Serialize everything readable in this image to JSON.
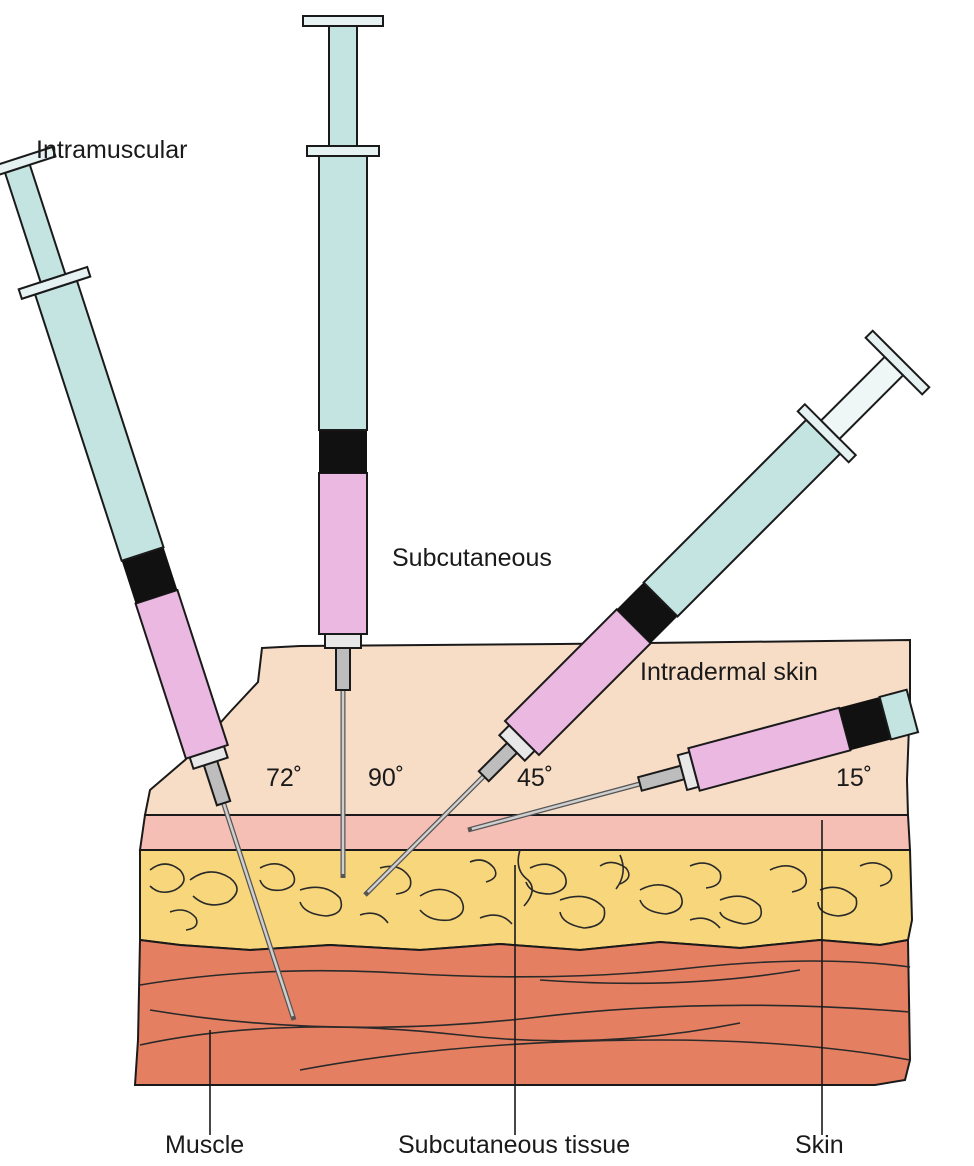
{
  "labels": {
    "intramuscular": "Intramuscular",
    "subcutaneous": "Subcutaneous",
    "intradermal": "Intradermal skin",
    "muscle": "Muscle",
    "subcutaneous_tissue": "Subcutaneous tissue",
    "skin": "Skin"
  },
  "angles": {
    "intramuscular": "72˚",
    "subcutaneous": "90˚",
    "intradermal_45": "45˚",
    "intradermal_15": "15˚"
  },
  "colors": {
    "barrel": "#c3e4e1",
    "medication": "#eab8e0",
    "band": "#111111",
    "epidermis_top": "#f7dcc6",
    "dermis": "#f6bfb5",
    "fat": "#f8d77c",
    "muscle": "#e57f62",
    "needle": "#b8b8b8",
    "outline": "#1a1a1a"
  }
}
